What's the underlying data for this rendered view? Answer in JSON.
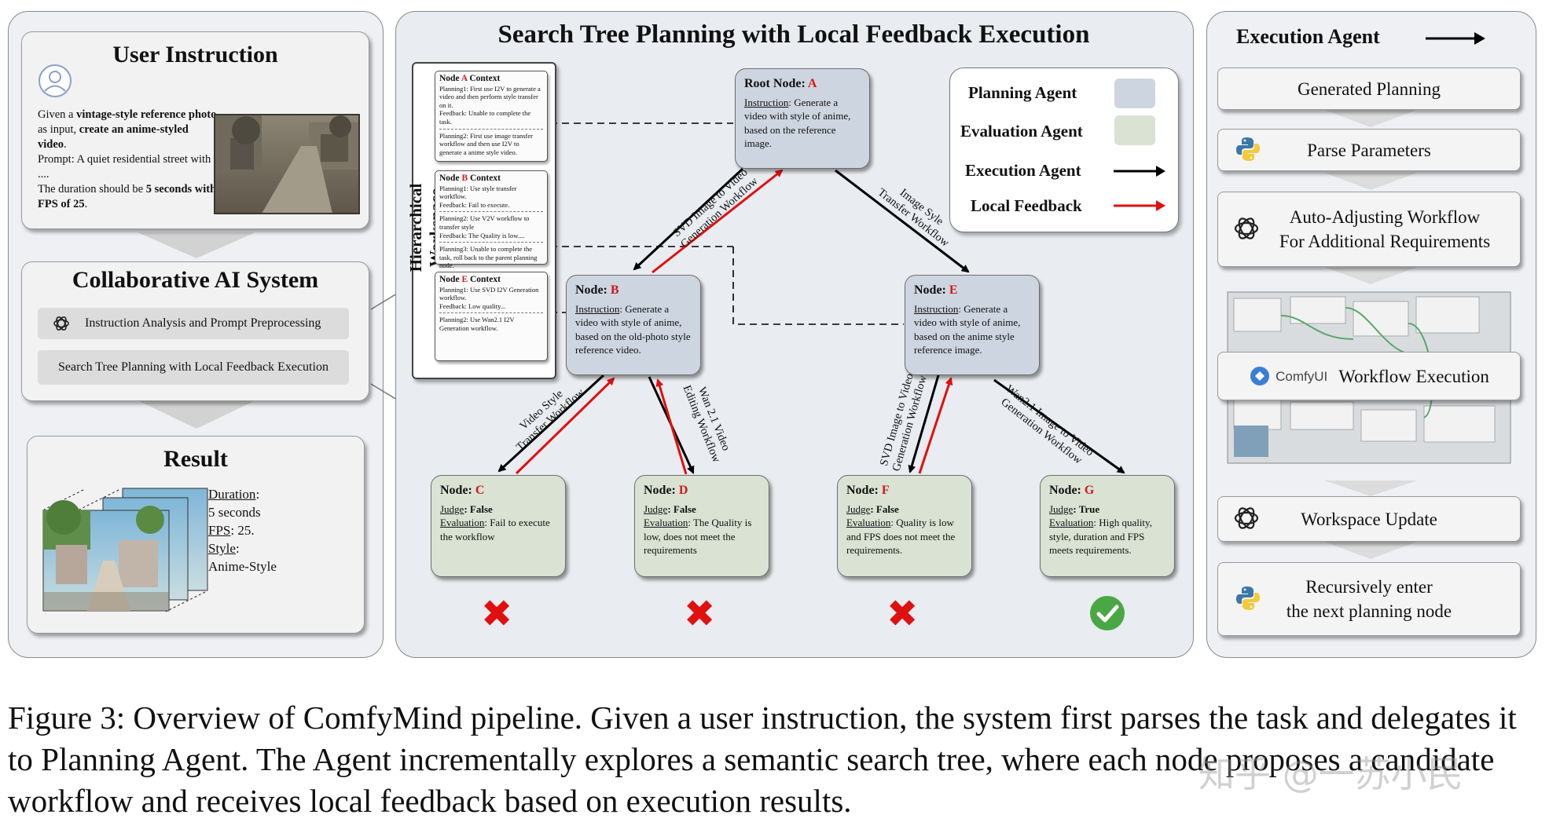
{
  "left": {
    "user_instruction": {
      "title": "User Instruction",
      "text_parts": [
        "Given a ",
        "vintage-style reference photo",
        " as input, ",
        "create an anime-styled video",
        ".",
        "Prompt: A quiet residential street with ....",
        "The duration should be ",
        "5 seconds with FPS of 25",
        "."
      ]
    },
    "collab": {
      "title": "Collaborative AI System",
      "item1": "Instruction Analysis and Prompt Preprocessing",
      "item2": "Search Tree Planning with Local Feedback Execution"
    },
    "result": {
      "title": "Result",
      "duration_label": "Duration",
      "duration_value": "5 seconds",
      "fps_label": "FPS",
      "fps_value": ": 25.",
      "style_label": "Style",
      "style_value": "Anime-Style"
    }
  },
  "center": {
    "title": "Search Tree Planning with Local Feedback Execution",
    "workspace_label": "Hierarchical Workspace",
    "contexts": {
      "a": {
        "prefix": "Node ",
        "letter": "A",
        "suffix": " Context",
        "lines": [
          "Planning1: First use I2V to generate a video and then perform style transfer on it.",
          "Feedback: Unable to complete the task.",
          "Planning2: First use image transfer workflow and then use I2V to generate a anime style video."
        ]
      },
      "b": {
        "prefix": "Node ",
        "letter": "B",
        "suffix": " Context",
        "lines": [
          "Planning1: Use style transfer workflow.",
          "Feedback: Fail to execute.",
          "Planning2: Use V2V workflow to transfer style",
          "Feedback: The Quality is low....",
          "Planning3: Unable to complete the task, roll back to the parent planning node."
        ]
      },
      "e": {
        "prefix": "Node ",
        "letter": "E",
        "suffix": " Context",
        "lines": [
          "Planning1: Use SVD I2V Generation workflow.",
          "Feedback: Low quality...",
          "Planning2: Use Wan2.1 I2V Generation workflow."
        ]
      }
    },
    "nodes": {
      "root": {
        "label": "Root Node: ",
        "letter": "A",
        "instr_label": "Instruction",
        "instr_text": ": Generate a video with style of anime, based on the reference image."
      },
      "b": {
        "label": "Node: ",
        "letter": "B",
        "instr_label": "Instruction",
        "instr_text": ": Generate a video with style of anime, based on the old-photo style reference video."
      },
      "e": {
        "label": "Node: ",
        "letter": "E",
        "instr_label": "Instruction",
        "instr_text": ": Generate a video with style of anime, based on the anime style reference image."
      },
      "c": {
        "label": "Node: ",
        "letter": "C",
        "judge_label": "Judge",
        "judge_value": ": False",
        "eval_label": "Evaluation",
        "eval_text": ": Fail to execute the workflow"
      },
      "d": {
        "label": "Node: ",
        "letter": "D",
        "judge_label": "Judge",
        "judge_value": ": False",
        "eval_label": "Evaluation",
        "eval_text": ": The Quality is low, does not meet the requirements"
      },
      "f": {
        "label": "Node: ",
        "letter": "F",
        "judge_label": "Judge",
        "judge_value": ": False",
        "eval_label": "Evaluation",
        "eval_text": ": Quality is low and FPS does not meet the requirements."
      },
      "g": {
        "label": "Node: ",
        "letter": "G",
        "judge_label": "Judge",
        "judge_value": ": True",
        "eval_label": "Evaluation",
        "eval_text": ": High quality, style, duration and FPS meets requirements."
      }
    },
    "legend": {
      "planning": "Planning Agent",
      "evaluation": "Evaluation Agent",
      "execution": "Execution Agent",
      "feedback": "Local Feedback"
    },
    "edges": {
      "a_b_1": "SVD Image to Video",
      "a_b_2": "Generation Workflow",
      "a_e_1": "Image Syle",
      "a_e_2": "Transfer Workflow",
      "b_c_1": "Video Style",
      "b_c_2": "Transfer Workflow",
      "b_d_1": "Wan 2.1 Video",
      "b_d_2": "Editing Workflow",
      "e_f_1": "SVD Image to Video",
      "e_f_2": "Generation Workflow",
      "e_g_1": "Wan2.1 Image to Video",
      "e_g_2": "Generation Workflow"
    }
  },
  "right": {
    "title": "Execution Agent",
    "steps": {
      "s1": "Generated Planning",
      "s2": "Parse Parameters",
      "s3a": "Auto-Adjusting Workflow",
      "s3b": "For Additional Requirements",
      "s4_brand": "ComfyUI",
      "s4": "Workflow Execution",
      "s5": "Workspace Update",
      "s6a": "Recursively enter",
      "s6b": "the next planning node"
    }
  },
  "caption": "Figure 3: Overview of ComfyMind pipeline. Given a user instruction, the system first parses the task and delegates it to Planning Agent. The Agent incrementally explores a semantic search tree, where each node proposes a candidate workflow and receives local feedback based on execution results.",
  "watermark": "知乎 @一苏小民",
  "colors": {
    "planning": "#cdd5e0",
    "evaluation": "#d9e2d3",
    "execution": "#000000",
    "feedback": "#e01010"
  }
}
